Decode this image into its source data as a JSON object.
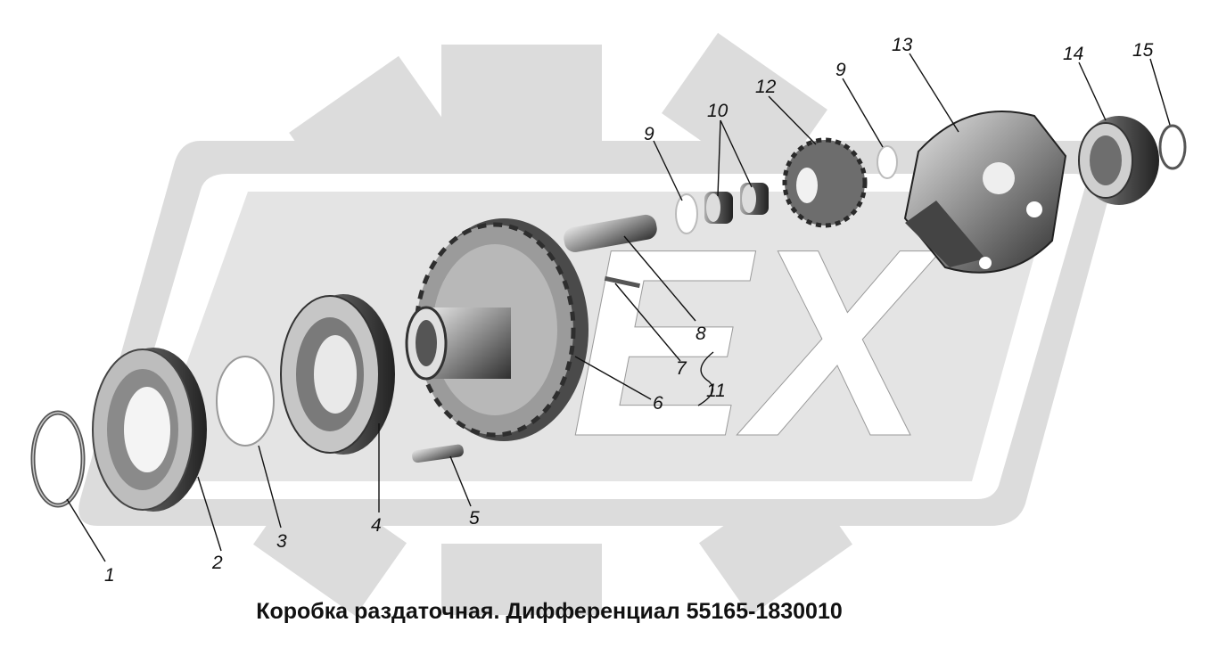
{
  "title": "Коробка раздаточная. Дифференциал 55165-1830010",
  "watermark_text": "EX",
  "callouts": [
    "1",
    "2",
    "3",
    "4",
    "5",
    "6",
    "7",
    "8",
    "9",
    "10",
    "11",
    "12",
    "9",
    "13",
    "14",
    "15"
  ],
  "colors": {
    "watermark": "#d9d9d9",
    "part_dark": "#3a3a3a",
    "part_mid": "#8a8a8a",
    "part_light": "#cfcfcf",
    "ink": "#111111"
  }
}
